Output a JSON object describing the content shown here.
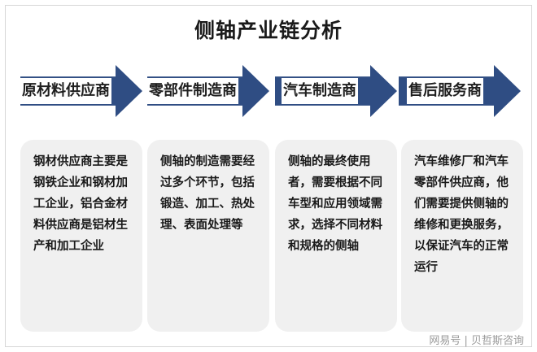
{
  "title": "侧轴产业链分析",
  "stages": [
    {
      "label": "原材料供应商",
      "description": "钢材供应商主要是钢铁企业和钢材加工企业，铝合金材料供应商是铝材生产和加工企业"
    },
    {
      "label": "零部件制造商",
      "description": "侧轴的制造需要经过多个环节，包括锻造、加工、热处理、表面处理等"
    },
    {
      "label": "汽车制造商",
      "description": "侧轴的最终使用者，需要根据不同车型和应用领域需求，选择不同材料和规格的侧轴"
    },
    {
      "label": "售后服务商",
      "description": "汽车维修厂和汽车零部件供应商，他们需要提供侧轴的维修和更换服务，以保证汽车的正常运行"
    }
  ],
  "watermark": "网易号 | 贝哲斯咨询",
  "colors": {
    "arrow": "#2f4d83",
    "card": "#f0f0f0"
  }
}
